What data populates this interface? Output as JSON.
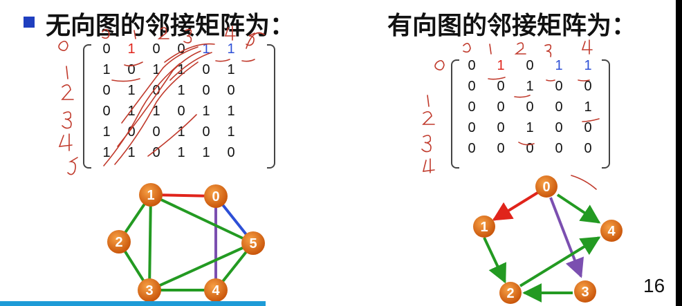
{
  "slide": {
    "bullet_icon": "square-bullet-icon",
    "left_heading": "无向图的邻接矩阵为：",
    "right_heading": "有向图的邻接矩阵为：",
    "page_number": "16"
  },
  "colors": {
    "node_fill": "#e8731a",
    "edge_red": "#e0241b",
    "edge_blue": "#2d4fd6",
    "edge_purple": "#7b4fb0",
    "edge_green": "#239a22",
    "accent_bar": "#1e9bd7"
  },
  "undirected": {
    "matrix": [
      [
        "0",
        "1",
        "0",
        "0",
        "1",
        "1"
      ],
      [
        "1",
        "0",
        "1",
        "1",
        "0",
        "1"
      ],
      [
        "0",
        "1",
        "0",
        "1",
        "0",
        "0"
      ],
      [
        "0",
        "1",
        "1",
        "0",
        "1",
        "1"
      ],
      [
        "1",
        "0",
        "0",
        "1",
        "0",
        "1"
      ],
      [
        "1",
        "1",
        "0",
        "1",
        "1",
        "0"
      ]
    ],
    "nodes": [
      "0",
      "1",
      "2",
      "3",
      "4",
      "5"
    ],
    "edges": [
      {
        "from": "0",
        "to": "1",
        "color": "red"
      },
      {
        "from": "0",
        "to": "5",
        "color": "blue"
      },
      {
        "from": "0",
        "to": "4",
        "color": "purple"
      },
      {
        "from": "1",
        "to": "2",
        "color": "green"
      },
      {
        "from": "1",
        "to": "3",
        "color": "green"
      },
      {
        "from": "1",
        "to": "5",
        "color": "green"
      },
      {
        "from": "2",
        "to": "3",
        "color": "green"
      },
      {
        "from": "3",
        "to": "4",
        "color": "green"
      },
      {
        "from": "3",
        "to": "5",
        "color": "green"
      },
      {
        "from": "4",
        "to": "5",
        "color": "green"
      }
    ]
  },
  "directed": {
    "matrix": [
      [
        "0",
        "1",
        "0",
        "1",
        "1"
      ],
      [
        "0",
        "0",
        "1",
        "0",
        "0"
      ],
      [
        "0",
        "0",
        "0",
        "0",
        "1"
      ],
      [
        "0",
        "0",
        "1",
        "0",
        "0"
      ],
      [
        "0",
        "0",
        "0",
        "0",
        "0"
      ]
    ],
    "nodes": [
      "0",
      "1",
      "2",
      "3",
      "4"
    ],
    "edges": [
      {
        "from": "0",
        "to": "1",
        "color": "red"
      },
      {
        "from": "0",
        "to": "3",
        "color": "purple"
      },
      {
        "from": "0",
        "to": "4",
        "color": "green"
      },
      {
        "from": "1",
        "to": "2",
        "color": "green"
      },
      {
        "from": "2",
        "to": "4",
        "color": "green"
      },
      {
        "from": "3",
        "to": "2",
        "color": "green"
      }
    ]
  }
}
